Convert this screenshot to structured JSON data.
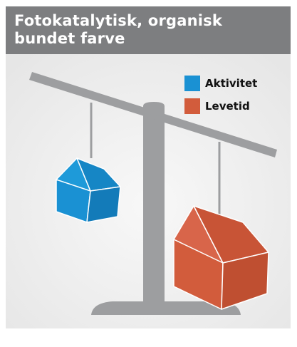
{
  "header": {
    "title_line1": "Fotokatalytisk, organisk",
    "title_line2": "bundet farve"
  },
  "legend": {
    "items": [
      {
        "label": "Aktivitet",
        "color": "#1a91d3"
      },
      {
        "label": "Levetid",
        "color": "#d25c3c"
      }
    ]
  },
  "colors": {
    "header_bg": "#7d7e80",
    "panel_bg": "#efefef",
    "scale_gray": "#9d9ea0",
    "blue": "#1a91d3",
    "orange": "#d25c3c"
  }
}
